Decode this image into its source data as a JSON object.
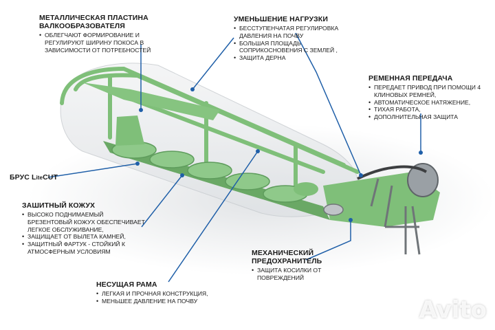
{
  "callouts": {
    "plate": {
      "title_lines": [
        "МЕТАЛЛИЧЕСКАЯ ПЛАСТИНА",
        "ВАЛКООБРАЗОВАТЕЛЯ"
      ],
      "bullets": [
        [
          "ОБЛЕГЧАЮТ ФОРМИРОВАНИЕ И",
          "РЕГУЛИРУЮТ ШИРИНУ ПОКОСА В",
          "ЗАВИСИМОСТИ ОТ ПОТРЕБНОСТЕЙ"
        ]
      ]
    },
    "load": {
      "title_lines": [
        "УМЕНЬШЕНИЕ НАГРУЗКИ"
      ],
      "bullets": [
        [
          "БЕССТУПЕНЧАТАЯ РЕГУЛИРОВКА",
          "ДАВЛЕНИЯ НА ПОЧВУ"
        ],
        [
          "БОЛЬШАЯ ПЛОЩАДЬ",
          "СОПРИКОСНОВЕНИЯ С ЗЕМЛЕЙ ,"
        ],
        [
          "ЗАЩИТА ДЕРНА"
        ]
      ]
    },
    "belt": {
      "title_lines": [
        "РЕМЕННАЯ ПЕРЕДАЧА"
      ],
      "bullets": [
        [
          "ПЕРЕДАЕТ ПРИВОД ПРИ ПОМОЩИ 4",
          "КЛИНОВЫХ РЕМНЕЙ,"
        ],
        [
          "АВТОМАТИЧЕСКОЕ НАТЯЖЕНИЕ,"
        ],
        [
          "ТИХАЯ РАБОТА,"
        ],
        [
          "ДОПОЛНИТЕЛЬНАЯ ЗАЩИТА"
        ]
      ]
    },
    "bar": {
      "title_prefix": "БРУС L",
      "title_small": "ite",
      "title_suffix": "CUT"
    },
    "cover": {
      "title_lines": [
        "ЗАШИТНЫЙ КОЖУХ"
      ],
      "bullets": [
        [
          "ВЫСОКО ПОДНИМАЕМЫЙ",
          "БРЕЗЕНТОВЫЙ КОЖУХ ОБЕСПЕЧИВАЕТ",
          "ЛЕГКОЕ ОБСЛУЖИВАНИЕ,"
        ],
        [
          "ЗАЩИЩАЕТ ОТ ВЫЛЕТА КАМНЕЙ,"
        ],
        [
          "ЗАЩИТНЫЙ ФАРТУК - СТОЙКИЙ К",
          "АТМОСФЕРНЫМ УСЛОВИЯМ"
        ]
      ]
    },
    "safety": {
      "title_lines": [
        "МЕХАНИЧЕСКИЙ",
        "ПРЕДОХРАНИТЕЛЬ"
      ],
      "bullets": [
        [
          "ЗАЩИТА КОСИЛКИ ОТ",
          "ПОВРЕЖДЕНИЙ"
        ]
      ]
    },
    "frame": {
      "title_lines": [
        "НЕСУЩАЯ РАМА"
      ],
      "bullets": [
        [
          "ЛЕГКАЯ И ПРОЧНАЯ КОНСТРУКЦИЯ,"
        ],
        [
          "МЕНЬШЕЕ ДАВЛЕНИЕ НА ПОЧВУ"
        ]
      ]
    }
  },
  "watermark": {
    "text": "Avito",
    "icon": "avito-logo-icon"
  },
  "colors": {
    "machine_green": "#8fc98a",
    "machine_dark_green": "#5e9c5c",
    "leader_line": "#1f5fa8",
    "text": "#1a1a1a"
  }
}
